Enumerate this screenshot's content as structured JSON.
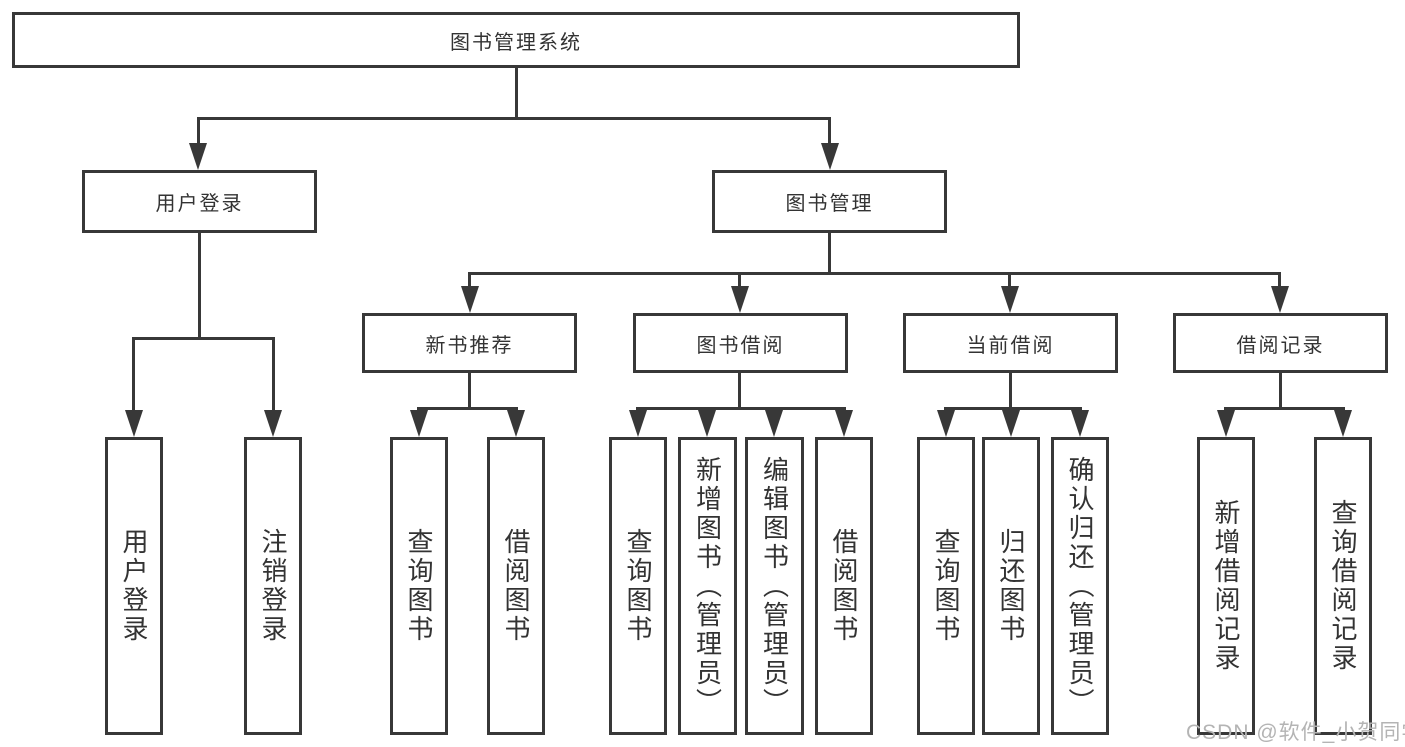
{
  "diagram": {
    "root": "图书管理系统",
    "branches": {
      "user_login": {
        "label": "用户登录",
        "children": [
          "用户登录",
          "注销登录"
        ]
      },
      "book_management": {
        "label": "图书管理",
        "children": {
          "new_book_recommend": {
            "label": "新书推荐",
            "children": [
              "查询图书",
              "借阅图书"
            ]
          },
          "book_borrow": {
            "label": "图书借阅",
            "children": [
              "查询图书",
              "新增图书（管理员）",
              "编辑图书（管理员）",
              "借阅图书"
            ]
          },
          "current_borrow": {
            "label": "当前借阅",
            "children": [
              "查询图书",
              "归还图书",
              "确认归还（管理员）"
            ]
          },
          "borrow_records": {
            "label": "借阅记录",
            "children": [
              "新增借阅记录",
              "查询借阅记录"
            ]
          }
        }
      }
    }
  },
  "watermark": "CSDN @软件_小贺同学",
  "colors": {
    "line": "#383838",
    "text": "#333333",
    "watermark": "#b4b4b4",
    "background": "#ffffff"
  }
}
